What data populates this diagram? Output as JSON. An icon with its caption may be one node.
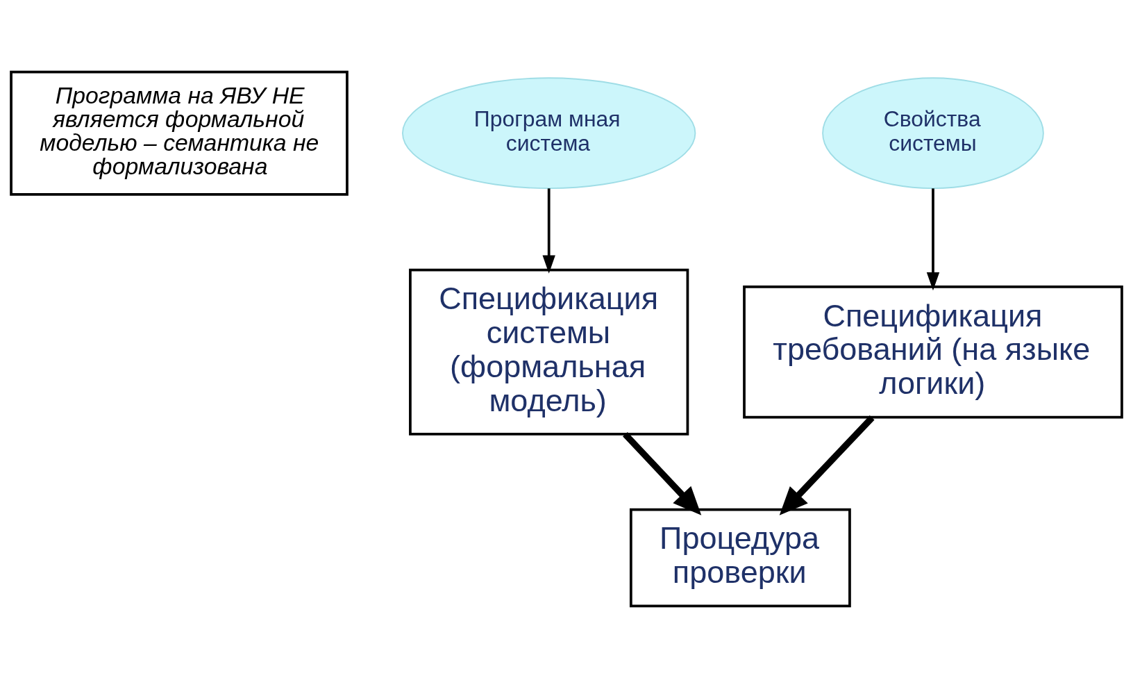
{
  "diagram": {
    "nodes": [
      {
        "text": [
          "Программа на ЯВУ НЕ является формальной моделью – семантика не формализована"
        ]
      },
      {
        "text": [
          "Програм мная система"
        ]
      },
      {
        "text": [
          "Свойства системы"
        ]
      },
      {
        "text": [
          "Спецификация системы (формальная модель)"
        ]
      },
      {
        "text": [
          "Спецификация требований (на языке логики)"
        ]
      },
      {
        "text": [
          "Процедура проверки"
        ]
      }
    ],
    "edges": [
      {
        "from": 1,
        "to": 3,
        "arrow": "to"
      },
      {
        "from": 2,
        "to": 4,
        "arrow": "to"
      },
      {
        "from": 3,
        "to": 5,
        "arrow": "to",
        "style": "thick"
      },
      {
        "from": 4,
        "to": 5,
        "arrow": "to",
        "style": "thick"
      }
    ]
  }
}
